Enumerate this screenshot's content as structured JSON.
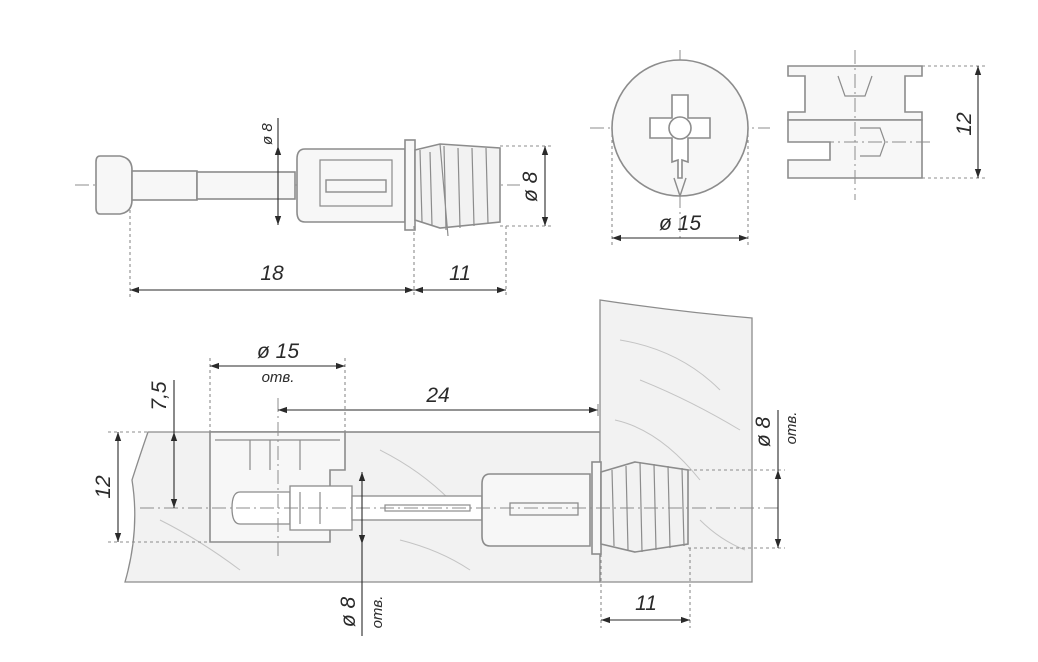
{
  "colors": {
    "outline": "#8c8c8c",
    "dim_line": "#2a2a2a",
    "panel_fill": "#f2f2f2",
    "part_fill": "#f7f7f7",
    "text": "#2a2a2a"
  },
  "icons": {
    "dimension_arrow": "arrowhead",
    "diameter_symbol": "ø"
  },
  "dimensions": {
    "top_view": {
      "rod_diameter": "ø 8",
      "dowel_diameter": "ø 8",
      "rod_length": "18",
      "dowel_length": "11"
    },
    "cam_front": {
      "diameter": "ø 15"
    },
    "cam_side": {
      "height": "12"
    },
    "assembly": {
      "cam_hole_diameter": "ø 15",
      "cam_hole_note": "отв.",
      "cam_offset": "7,5",
      "panel_offset": "24",
      "cam_height": "12",
      "dowel_hole_diameter": "ø 8",
      "dowel_hole_note": "отв.",
      "rod_hole_diameter": "ø 8",
      "rod_hole_note": "отв.",
      "dowel_depth": "11"
    }
  }
}
